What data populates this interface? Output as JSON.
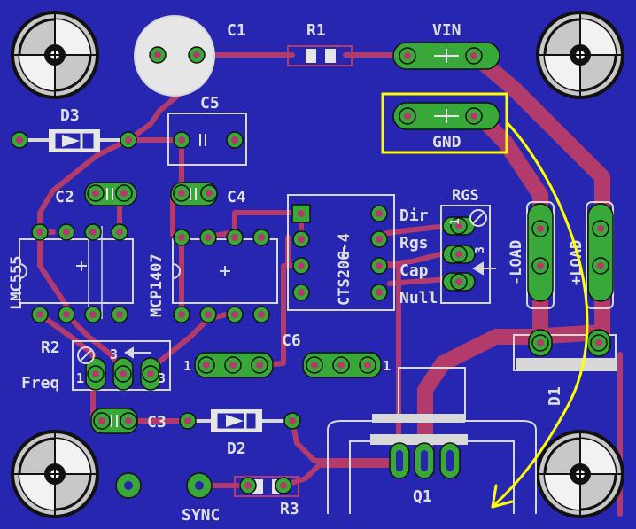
{
  "colors": {
    "board": "#2626b0",
    "trace": "#b23b6b",
    "pad": "#38a838",
    "silk": "#d8d8d8",
    "highlight": "#ffff00"
  },
  "labels": {
    "c1": "C1",
    "r1": "R1",
    "vin": "VIN",
    "gnd": "GND",
    "d3": "D3",
    "c5": "C5",
    "c2": "C2",
    "c4": "C4",
    "ic1": "LMC555",
    "ic2": "MCP1407",
    "ic3": "CTS206-4",
    "dir": "Dir",
    "rgs_pin": "Rgs",
    "cap": "Cap",
    "null": "Null",
    "rgs": "RGS",
    "neg_load": "-LOAD",
    "pos_load": "+LOAD",
    "r2": "R2",
    "freq": "Freq",
    "c6": "C6",
    "c3": "C3",
    "d2": "D2",
    "d1": "D1",
    "q1": "Q1",
    "r3": "R3",
    "sync": "SYNC",
    "pin1_a": "1",
    "pin3_a": "3",
    "pin3_b": "3",
    "pin1_b": "1",
    "pin1_c": "1",
    "pin1_d": "1",
    "pin3_c": "3"
  }
}
